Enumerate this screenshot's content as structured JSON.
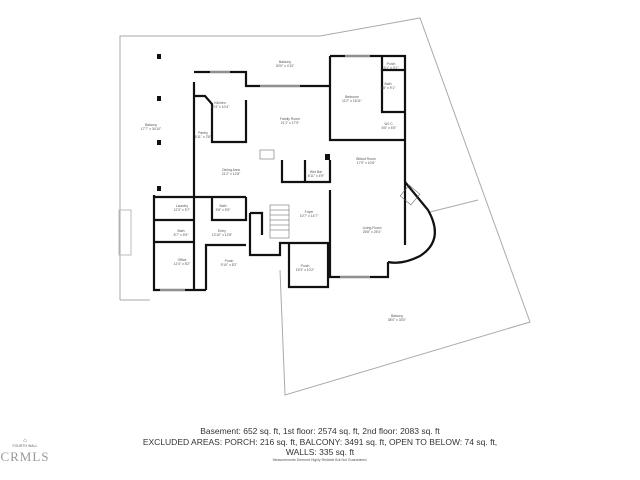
{
  "rooms": [
    {
      "name": "Balcony",
      "size": "17'7\" x 34'10\""
    },
    {
      "name": "Balcony",
      "size": "30'0\" x 4'10\""
    },
    {
      "name": "Kitchen",
      "size": "12'4\" x 10'4\""
    },
    {
      "name": "Pantry",
      "size": "6'11\" x 2'8\""
    },
    {
      "name": "Family Room",
      "size": "21'1\" x 17'9\""
    },
    {
      "name": "Bedroom",
      "size": "11'2\" x 18'11\""
    },
    {
      "name": "Porch",
      "size": "6'1\" x 3'1\""
    },
    {
      "name": "Bath",
      "size": "6'8\" x 9'1\""
    },
    {
      "name": "W.I.C.",
      "size": "6'5\" x 6'5\""
    },
    {
      "name": "Billard Room",
      "size": "17'9\" x 10'6\""
    },
    {
      "name": "Wet Bar",
      "size": "6'11\" x 4'9\""
    },
    {
      "name": "Dining Area",
      "size": "21'2\" x 12'8\""
    },
    {
      "name": "Laundry",
      "size": "12'3\" x 5'7\""
    },
    {
      "name": "Bath",
      "size": "5'8\" x 5'5\""
    },
    {
      "name": "Bath",
      "size": "8'7\" x 5'5\""
    },
    {
      "name": "Entry",
      "size": "13'10\" x 12'8\""
    },
    {
      "name": "Office",
      "size": "12'4\" x 8'2\""
    },
    {
      "name": "Porch",
      "size": "9'10\" x 8'2\""
    },
    {
      "name": "Foyer",
      "size": "10'7\" x 14'7\""
    },
    {
      "name": "Living Room",
      "size": "26'8\" x 25'4\""
    },
    {
      "name": "Porch",
      "size": "15'3\" x 10'2\""
    },
    {
      "name": "Balcony",
      "size": "38'0\" x 33'0\""
    }
  ],
  "summary": {
    "line1": "Basement: 652 sq. ft, 1st floor: 2574 sq. ft, 2nd floor: 2083 sq. ft",
    "line2": "EXCLUDED AREAS: PORCH: 216 sq. ft, BALCONY: 3491 sq. ft, OPEN TO BELOW: 74 sq. ft,",
    "line3": "WALLS: 335 sq. ft",
    "disclaimer": "Measurements Deemed Highly Reliable But Not Guaranteed."
  },
  "logo": {
    "brand": "FOURTH WALL",
    "mark": "CRMLS"
  },
  "colors": {
    "wall": "#111111",
    "outline": "#9a9a9a",
    "text": "#333333"
  }
}
